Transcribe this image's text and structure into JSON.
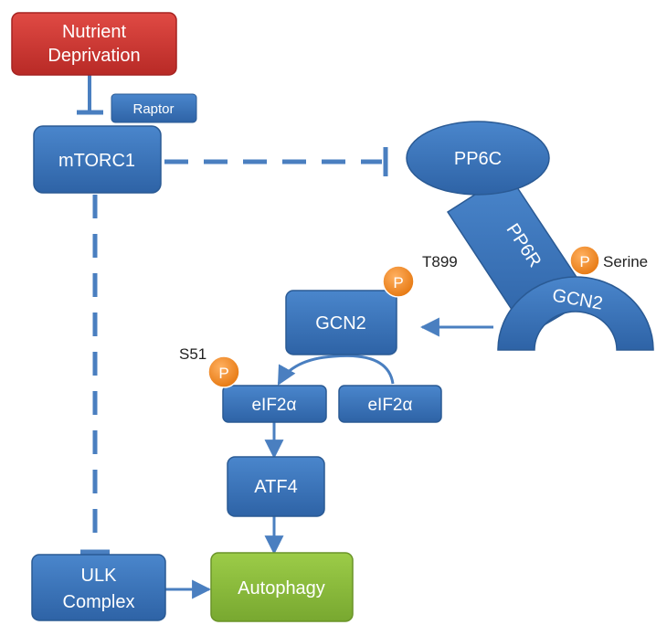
{
  "colors": {
    "blue": "#3a73b8",
    "blue_dark": "#2a5a94",
    "red": "#cc3333",
    "green": "#88b83c",
    "orange": "#ef8a1e",
    "line": "#4a7fc0"
  },
  "nodes": {
    "nutrient_deprivation": [
      "Nutrient",
      "Deprivation"
    ],
    "raptor": "Raptor",
    "mtorc1": "mTORC1",
    "pp6c": "PP6C",
    "pp6r": "PP6R",
    "gcn2_complex": "GCN2",
    "gcn2": "GCN2",
    "eif2a_phos": "eIF2α",
    "eif2a": "eIF2α",
    "atf4": "ATF4",
    "ulk_complex": [
      "ULK",
      "Complex"
    ],
    "autophagy": "Autophagy"
  },
  "phospho": {
    "symbol": "P",
    "serine_label": "Serine",
    "t899_label": "T899",
    "s51_label": "S51"
  }
}
